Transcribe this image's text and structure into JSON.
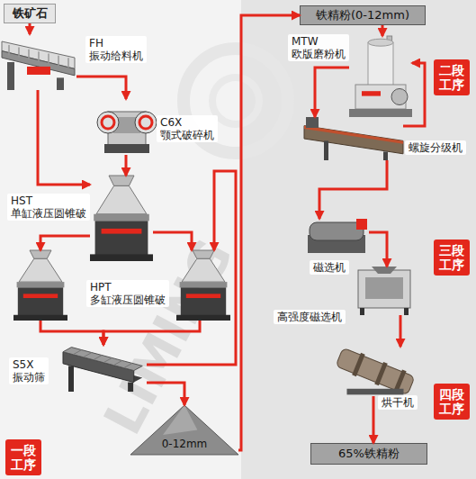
{
  "diagram": {
    "nodes": [
      {
        "text": [
          "铁矿石"
        ]
      },
      {
        "text": [
          "FH",
          "振动给料机"
        ]
      },
      {
        "text": [
          "C6X",
          "颚式破碎机"
        ]
      },
      {
        "text": [
          "HST",
          "单缸液压圆锥破"
        ]
      },
      {
        "text": [
          "HPT",
          "多缸液压圆锥破"
        ]
      },
      {
        "text": []
      },
      {
        "text": [
          "S5X",
          "振动筛"
        ]
      },
      {
        "text": [
          "0-12mm"
        ]
      },
      {
        "text": [
          "一段工序"
        ]
      },
      {
        "text": [
          "铁精粉(0-12mm)"
        ]
      },
      {
        "text": [
          "MTW",
          "欧版磨粉机"
        ]
      },
      {
        "text": [
          "螺旋分级机"
        ]
      },
      {
        "text": [
          "二段工序"
        ]
      },
      {
        "text": [
          "磁选机"
        ]
      },
      {
        "text": [
          "三段工序"
        ]
      },
      {
        "text": [
          "高强度磁选机"
        ]
      },
      {
        "text": [
          "烘干机"
        ]
      },
      {
        "text": [
          "四段工序"
        ]
      },
      {
        "text": [
          "65%铁精粉"
        ]
      }
    ],
    "edges": [
      {
        "from": 0,
        "to": 1,
        "arrow": "to"
      },
      {
        "from": 1,
        "to": 2,
        "arrow": "to"
      },
      {
        "from": 1,
        "to": 3,
        "arrow": "to"
      },
      {
        "from": 2,
        "to": 3,
        "arrow": "to"
      },
      {
        "from": 3,
        "to": 4,
        "arrow": "to"
      },
      {
        "from": 3,
        "to": 5,
        "arrow": "to"
      },
      {
        "from": 4,
        "to": 6,
        "arrow": "to"
      },
      {
        "from": 5,
        "to": 6,
        "arrow": "to"
      },
      {
        "from": 6,
        "to": 5,
        "arrow": "to"
      },
      {
        "from": 6,
        "to": 7,
        "arrow": "to"
      },
      {
        "from": 7,
        "to": 9,
        "arrow": "to"
      },
      {
        "from": 9,
        "to": 10,
        "arrow": "to"
      },
      {
        "from": 10,
        "to": 11,
        "arrow": "to"
      },
      {
        "from": 11,
        "to": 10,
        "arrow": "to"
      },
      {
        "from": 11,
        "to": 13,
        "arrow": "to"
      },
      {
        "from": 13,
        "to": 15,
        "arrow": "to"
      },
      {
        "from": 15,
        "to": 16,
        "arrow": "to"
      },
      {
        "from": 16,
        "to": 18,
        "arrow": "to"
      }
    ],
    "labels": [
      "LIMING"
    ]
  }
}
